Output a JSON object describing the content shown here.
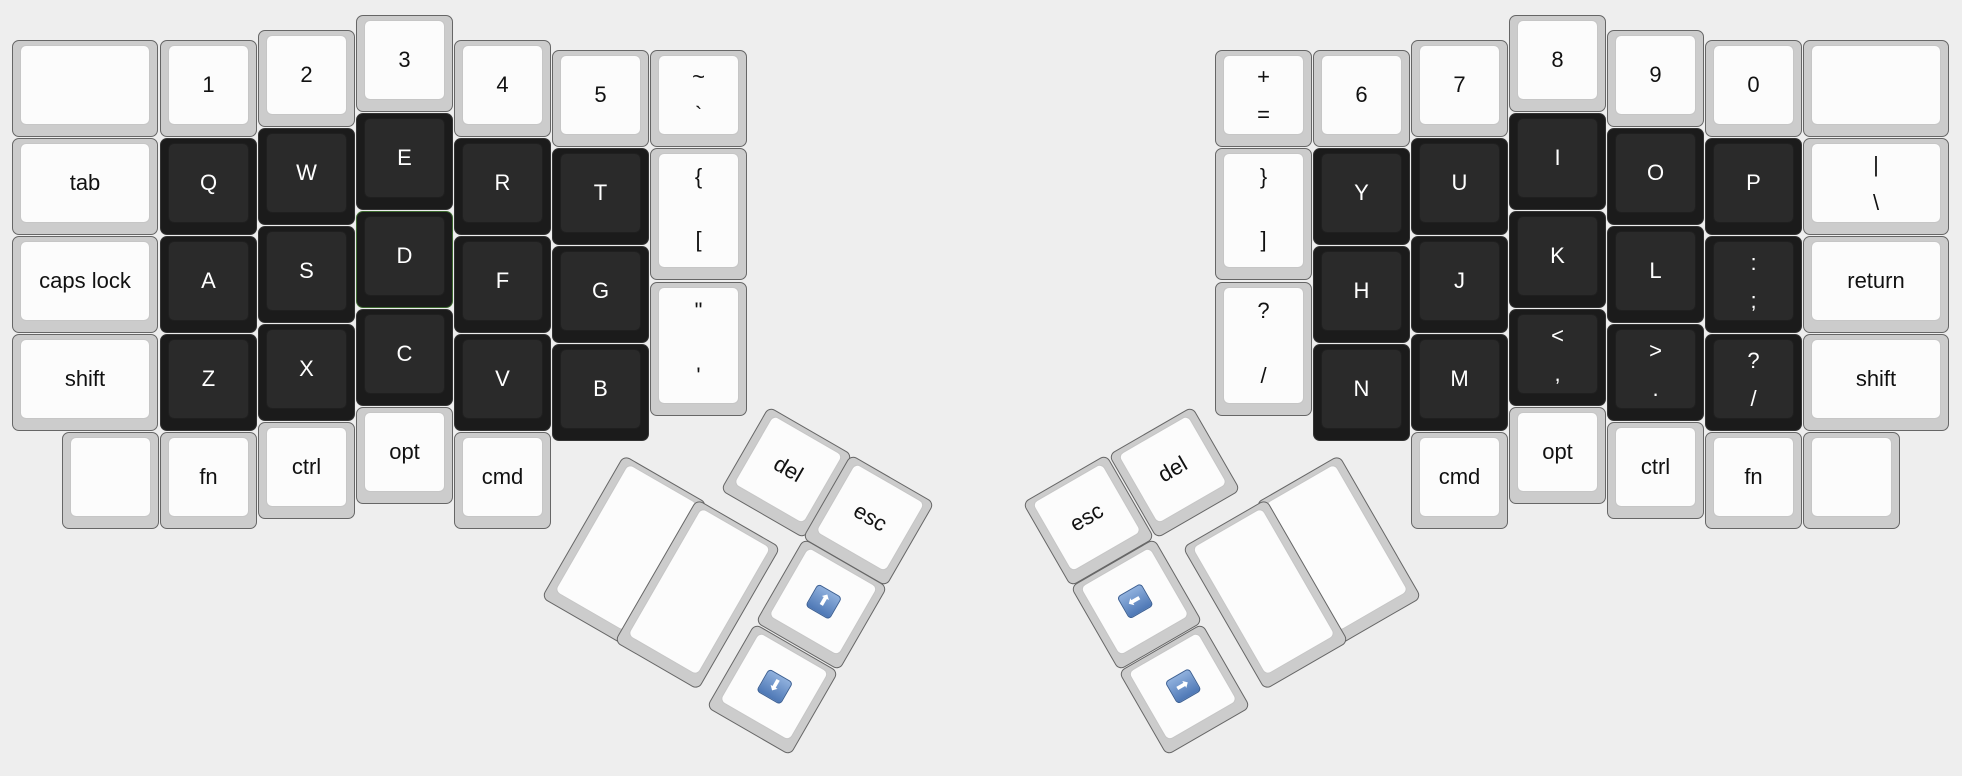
{
  "left_hand": {
    "number_row": [
      "",
      "1",
      "2",
      "3",
      "4",
      "5"
    ],
    "tilde_key": {
      "top": "~",
      "bottom": "`"
    },
    "top_row": [
      "tab",
      "Q",
      "W",
      "E",
      "R",
      "T"
    ],
    "bracket_key": {
      "top": "{",
      "bottom": "["
    },
    "home_row": [
      "caps lock",
      "A",
      "S",
      "D",
      "F",
      "G"
    ],
    "quote_key": {
      "top": "\"",
      "bottom": "'"
    },
    "bottom_row": [
      "shift",
      "Z",
      "X",
      "C",
      "V",
      "B"
    ],
    "modifier_row": [
      "",
      "fn",
      "ctrl",
      "opt",
      "cmd"
    ],
    "thumb": {
      "del": "del",
      "esc": "esc",
      "blank_outer": "",
      "blank_inner": ""
    }
  },
  "right_hand": {
    "plus_key": {
      "top": "+",
      "bottom": "="
    },
    "number_row": [
      "6",
      "7",
      "8",
      "9",
      "0",
      ""
    ],
    "brace_key": {
      "top": "}",
      "bottom": "]"
    },
    "top_row": [
      "Y",
      "U",
      "I",
      "O",
      "P"
    ],
    "pipe_key": {
      "top": "|",
      "bottom": "\\"
    },
    "question_key": {
      "top": "?",
      "bottom": "/"
    },
    "home_row": [
      "H",
      "J",
      "K",
      "L"
    ],
    "colon_key": {
      "top": ":",
      "bottom": ";"
    },
    "return_key": "return",
    "bottom_row": [
      "N",
      "M"
    ],
    "lt_key": {
      "top": "<",
      "bottom": ","
    },
    "gt_key": {
      "top": ">",
      "bottom": "."
    },
    "slash_key": {
      "top": "?",
      "bottom": "/"
    },
    "shift_key": "shift",
    "modifier_row": [
      "cmd",
      "opt",
      "ctrl",
      "fn",
      ""
    ],
    "thumb": {
      "del": "del",
      "esc": "esc",
      "blank_outer": "",
      "blank_inner": ""
    }
  },
  "icons": {
    "arrow_up": "⬆",
    "arrow_down": "⬇",
    "arrow_left": "⬅",
    "arrow_right": "➡"
  },
  "colors": {
    "background": "#eeeeee",
    "light_key": "#fcfcfc",
    "dark_key": "#2a2a2a",
    "dark_key_text": "#ffffff",
    "arrow_badge": "#6a90c8"
  }
}
